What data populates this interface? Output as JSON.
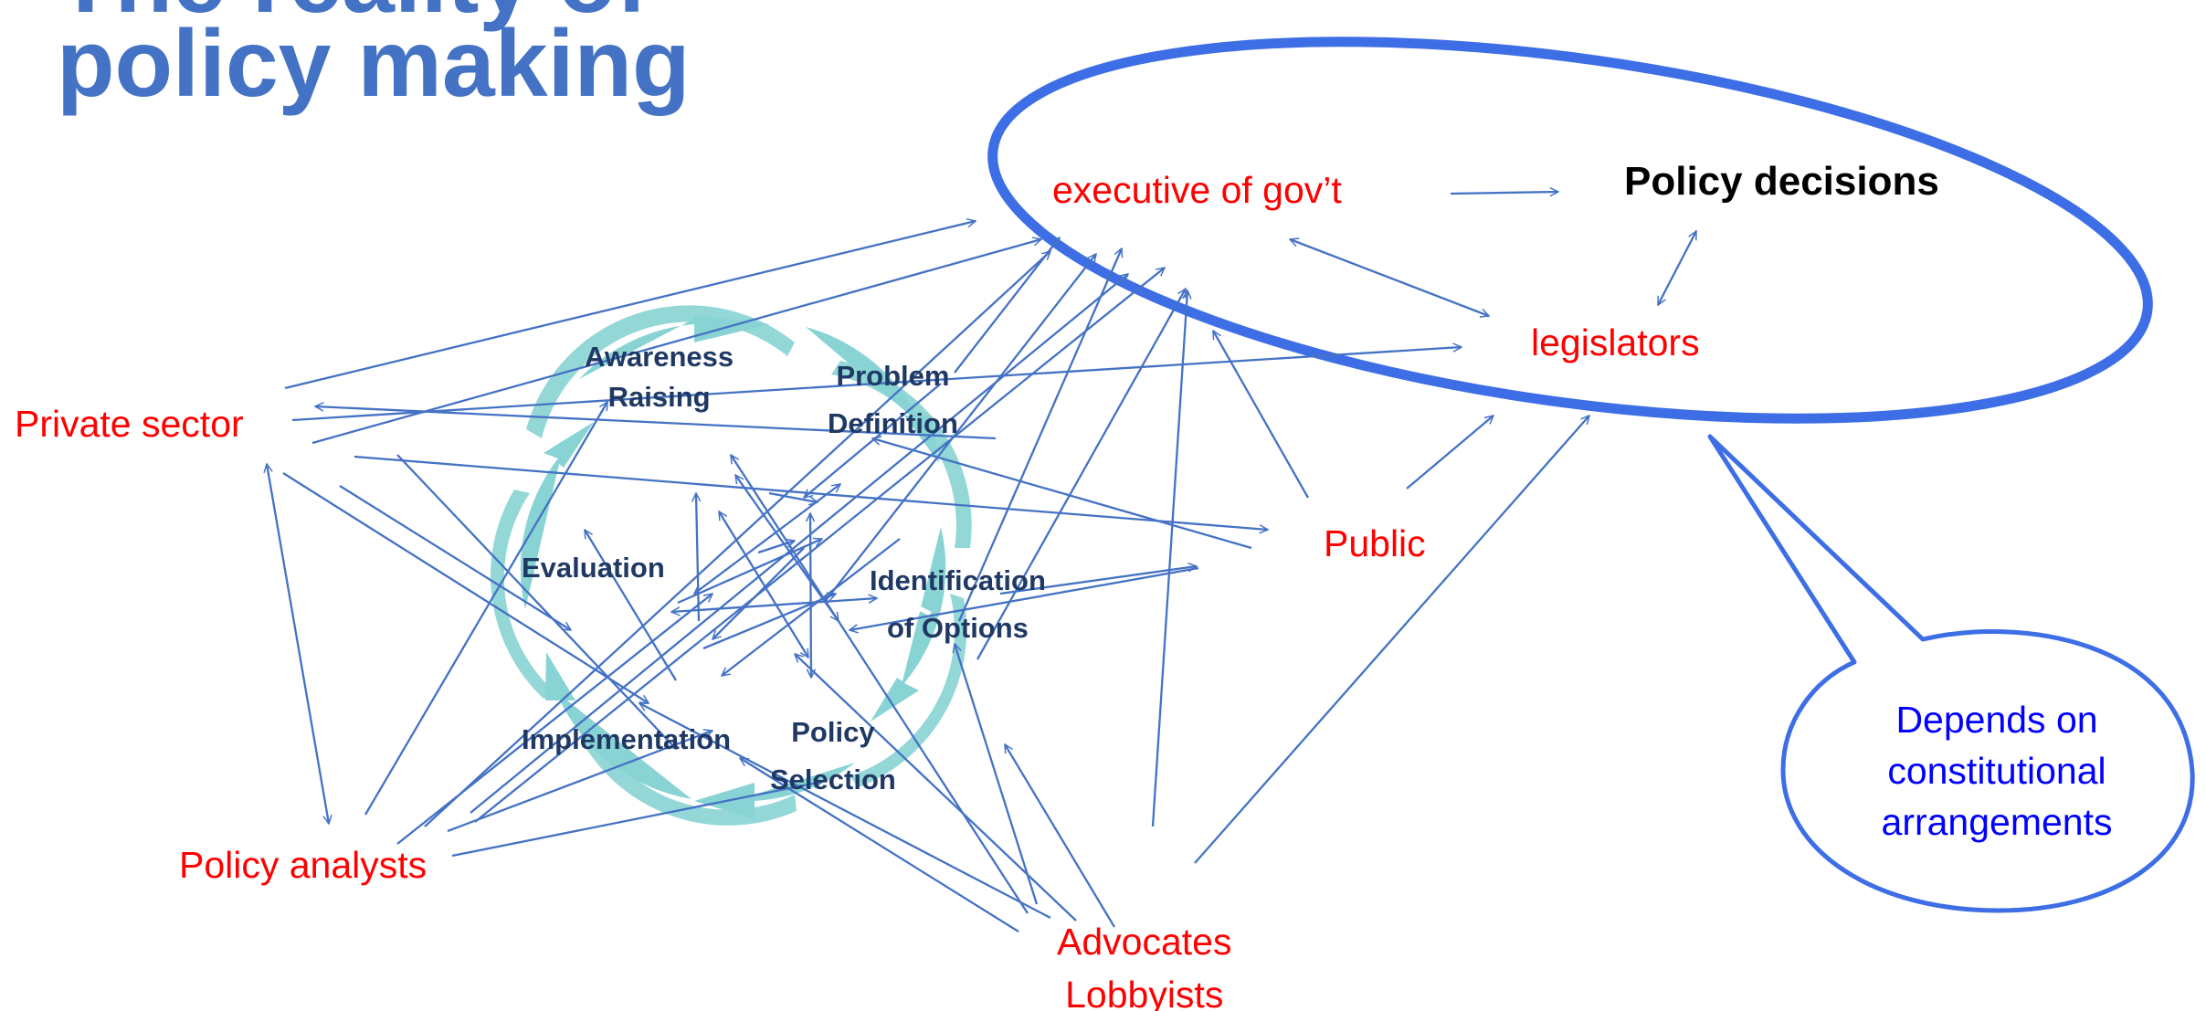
{
  "title": {
    "line1": "The reality of",
    "line2": "policy making"
  },
  "cycle_stages": {
    "awareness": {
      "line1": "Awareness",
      "line2": "Raising"
    },
    "problem": {
      "line1": "Problem",
      "line2": "Definition"
    },
    "options": {
      "line1": "Identification",
      "line2": "of Options"
    },
    "selection": {
      "line1": "Policy",
      "line2": "Selection"
    },
    "implementation": "Implementation",
    "evaluation": "Evaluation"
  },
  "actors": {
    "private_sector": "Private sector",
    "policy_analysts": "Policy analysts",
    "advocates": {
      "line1": "Advocates",
      "line2": "Lobbyists"
    },
    "public": "Public",
    "executive": "executive of gov’t",
    "legislators": "legislators",
    "policy_decisions": "Policy decisions"
  },
  "callout": {
    "line1": "Depends on",
    "line2": "constitutional",
    "line3": "arrangements"
  },
  "colors": {
    "title": "#4472c4",
    "actor_text": "#ff0000",
    "stage_text": "#1f3864",
    "cycle_fill": "#88d3d3",
    "arrows": "#4472c4",
    "ellipse": "#3d6ee6",
    "callout_text": "#0000ff",
    "decisions_text": "#000000"
  }
}
